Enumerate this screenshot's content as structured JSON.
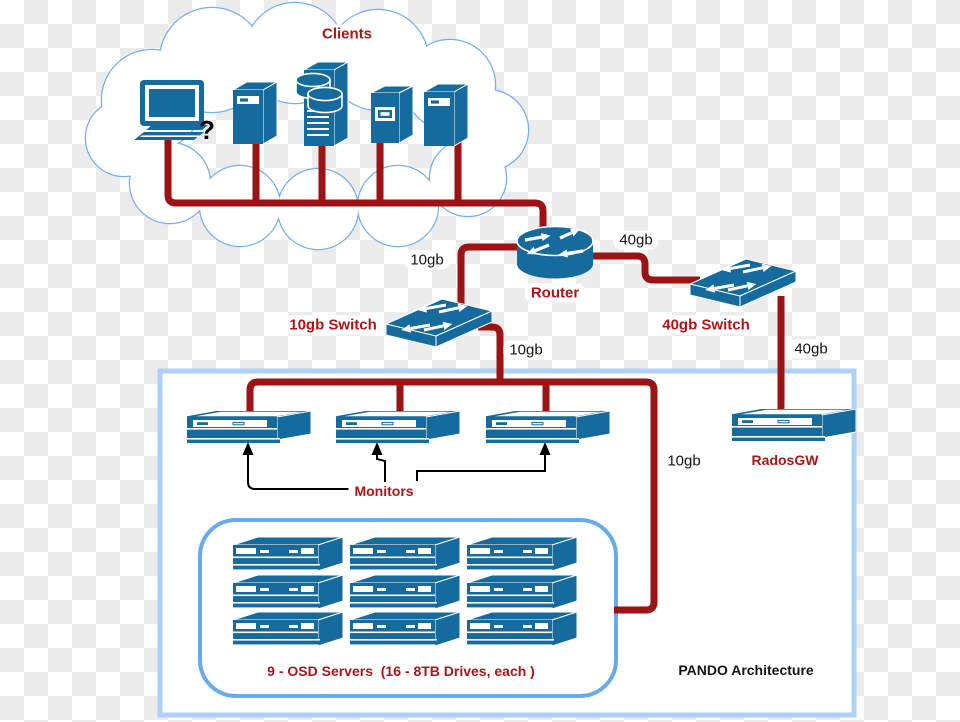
{
  "diagram_title": "PANDO Architecture",
  "colors": {
    "device_blue": "#156a9e",
    "cable_red": "#9b1313",
    "label_red": "#b01515",
    "cloud_border_blue": "#6fb1f2",
    "osd_box_border_blue": "#66abf0",
    "outer_box_border_blue": "#afd0f8"
  },
  "cloud": {
    "label": "Clients",
    "question_mark": "?",
    "client_count": 5
  },
  "nodes": {
    "router": {
      "label": "Router"
    },
    "switch_10gb": {
      "label": "10gb Switch"
    },
    "switch_40gb": {
      "label": "40gb Switch"
    },
    "monitors": {
      "label": "Monitors",
      "count": 3
    },
    "radosgw": {
      "label": "RadosGW"
    },
    "osd": {
      "label": "9 - OSD Servers  (16 - 8TB Drives, each )",
      "count": 9
    }
  },
  "link_labels": {
    "router_to_switch10": "10gb",
    "router_to_switch40": "40gb",
    "switch10_to_monitors": "10gb",
    "switch40_to_radosgw": "40gb",
    "bus_to_osd": "10gb"
  },
  "footer": {
    "architecture_label": "PANDO Architecture"
  }
}
